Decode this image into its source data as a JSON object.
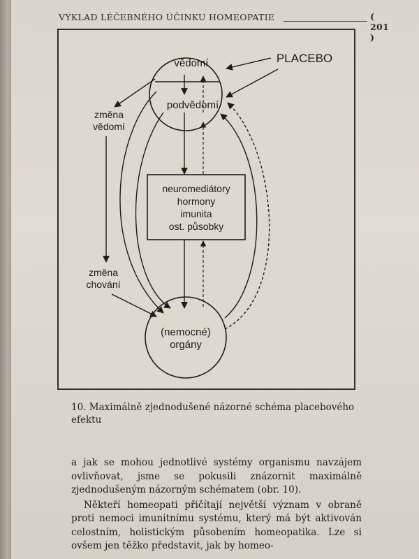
{
  "header": {
    "title": "VÝKLAD LÉČEBNÉHO ÚČINKU HOMEOPATIE",
    "page_number": "( 201 )"
  },
  "diagram": {
    "top_circle_upper": "vědomí",
    "top_circle_lower": "podvědomí",
    "placebo": "PLACEBO",
    "change_consciousness": [
      "změna",
      "vědomí"
    ],
    "box_lines": [
      "neuromediátory",
      "hormony",
      "imunita",
      "ost. působky"
    ],
    "change_behavior": [
      "změna",
      "chování"
    ],
    "bottom_circle": [
      "(nemocné)",
      "orgány"
    ]
  },
  "caption": "10. Maximálně zjednodušené názorné schéma placebového efektu",
  "body": {
    "paragraph1": "a jak se mohou jednotlivé systémy organismu navzájem ovlivňovat, jsme se pokusili znázornit maximálně zjednodušeným názorným schématem (obr. 10).",
    "paragraph2": "Někteří homeopati přičítají největší význam v obraně proti nemoci imunitnímu systému, který má být aktivován celostním, holistickým působením homeopatika. Lze si ovšem jen těžko představit, jak by homeo-"
  }
}
